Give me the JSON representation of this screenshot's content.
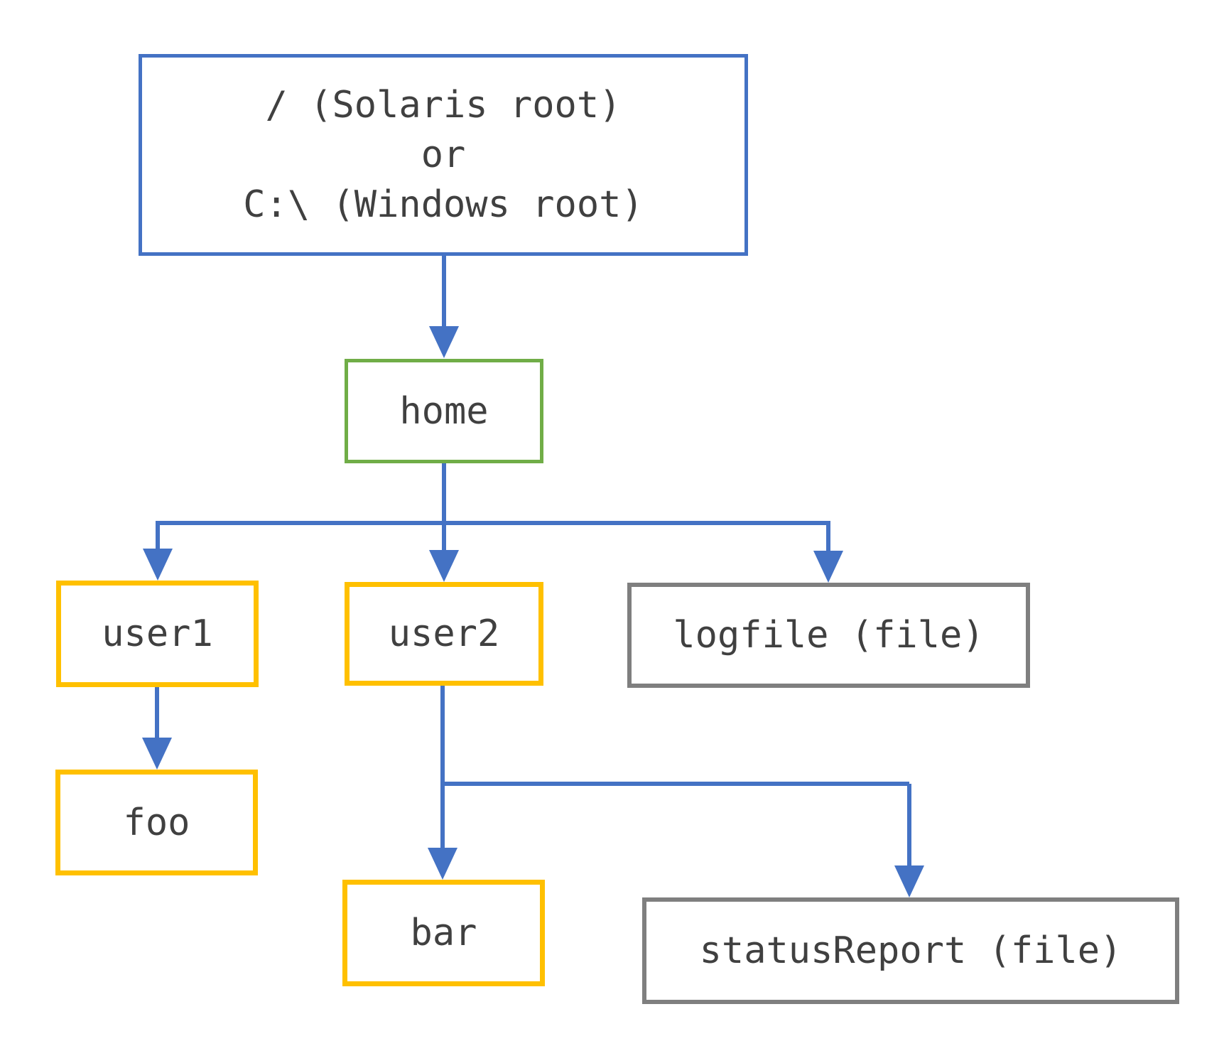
{
  "diagram": {
    "type": "tree",
    "description": "File system hierarchy diagram",
    "colors": {
      "background": "#FFFFFF",
      "connector": "#4472C4",
      "root_border": "#4472C4",
      "home_border": "#70AD47",
      "directory_border": "#FFC000",
      "file_border": "#7F7F7F",
      "text": "#404040"
    },
    "nodes": [
      {
        "id": "root",
        "kind": "root",
        "lines": [
          "/ (Solaris root)",
          "or",
          "C:\\ (Windows root)"
        ],
        "border_color": "#4472C4"
      },
      {
        "id": "home",
        "kind": "directory",
        "label": "home",
        "border_color": "#70AD47"
      },
      {
        "id": "user1",
        "kind": "directory",
        "label": "user1",
        "border_color": "#FFC000"
      },
      {
        "id": "user2",
        "kind": "directory",
        "label": "user2",
        "border_color": "#FFC000"
      },
      {
        "id": "logfile",
        "kind": "file",
        "label": "logfile (file)",
        "border_color": "#7F7F7F"
      },
      {
        "id": "foo",
        "kind": "directory",
        "label": "foo",
        "border_color": "#FFC000"
      },
      {
        "id": "bar",
        "kind": "directory",
        "label": "bar",
        "border_color": "#FFC000"
      },
      {
        "id": "statusReport",
        "kind": "file",
        "label": "statusReport (file)",
        "border_color": "#7F7F7F"
      }
    ],
    "edges": [
      {
        "from": "root",
        "to": "home"
      },
      {
        "from": "home",
        "to": "user1"
      },
      {
        "from": "home",
        "to": "user2"
      },
      {
        "from": "home",
        "to": "logfile"
      },
      {
        "from": "user1",
        "to": "foo"
      },
      {
        "from": "user2",
        "to": "bar"
      },
      {
        "from": "user2",
        "to": "statusReport"
      }
    ]
  }
}
